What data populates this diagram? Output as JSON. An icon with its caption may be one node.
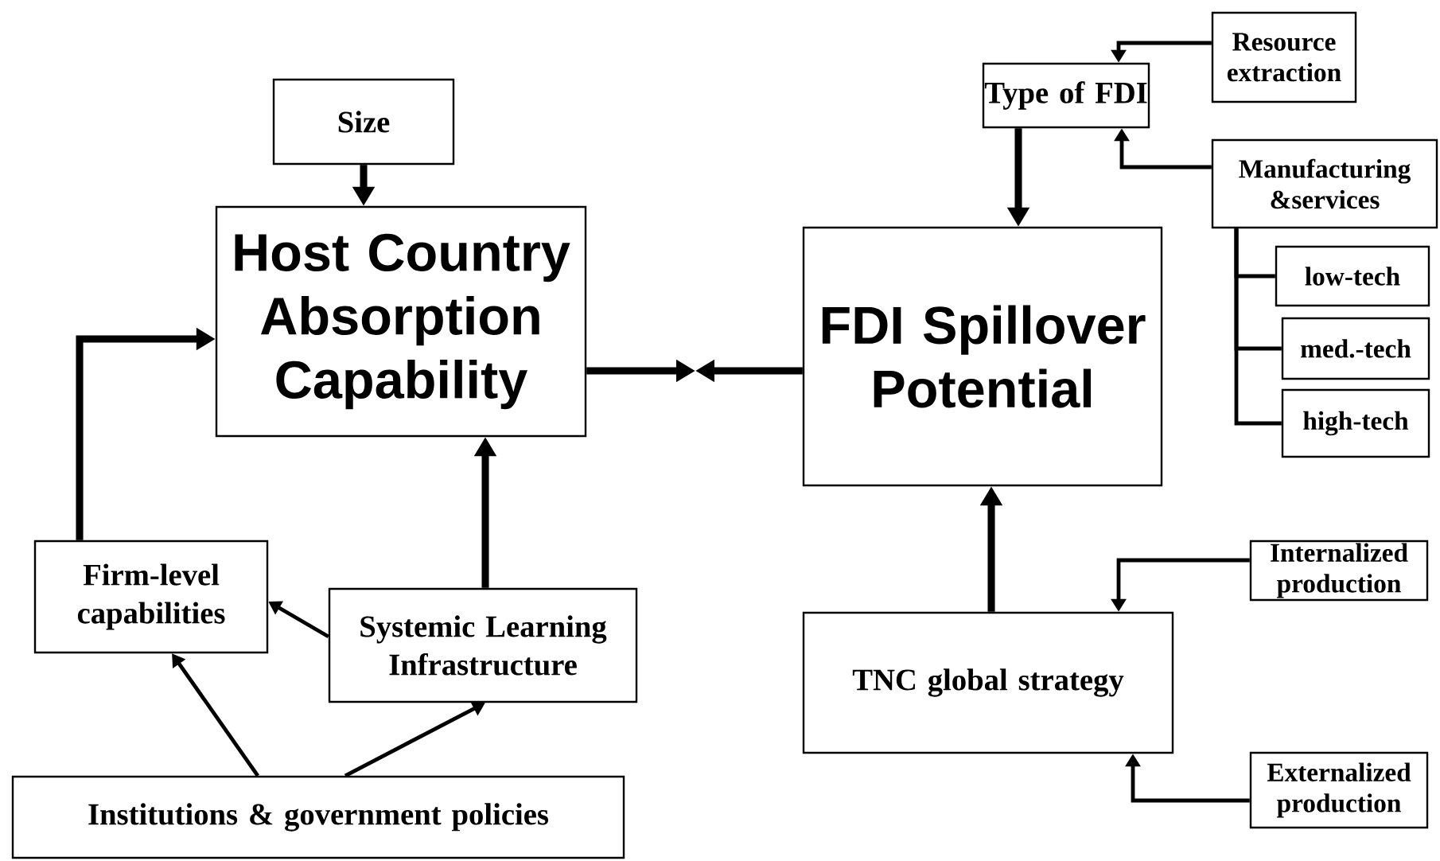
{
  "diagram": {
    "nodes": [
      {
        "text": [
          "Size"
        ]
      },
      {
        "text": [
          "Host Country Absorption Capability"
        ]
      },
      {
        "text": [
          "FDI Spillover Potential"
        ]
      },
      {
        "text": [
          "Type of FDI"
        ]
      },
      {
        "text": [
          "Resource extraction"
        ]
      },
      {
        "text": [
          "Manufacturing &services"
        ]
      },
      {
        "text": [
          "low-tech"
        ]
      },
      {
        "text": [
          "med.-tech"
        ]
      },
      {
        "text": [
          "high-tech"
        ]
      },
      {
        "text": [
          "TNC global strategy"
        ]
      },
      {
        "text": [
          "Internalized production"
        ]
      },
      {
        "text": [
          "Externalized production"
        ]
      },
      {
        "text": [
          "Firm-level capabilities"
        ]
      },
      {
        "text": [
          "Systemic Learning Infrastructure"
        ]
      },
      {
        "text": [
          "Institutions & government policies"
        ]
      }
    ],
    "edges": [
      {
        "from": 0,
        "to": 1,
        "arrow": "to",
        "style": "thick"
      },
      {
        "from": 1,
        "to": null,
        "arrow": "to",
        "style": "thick"
      },
      {
        "from": 2,
        "to": null,
        "arrow": "to",
        "style": "thick"
      },
      {
        "from": 3,
        "to": 2,
        "arrow": "to",
        "style": "thick"
      },
      {
        "from": 4,
        "to": 3,
        "arrow": "to"
      },
      {
        "from": 5,
        "to": 3,
        "arrow": "to"
      },
      {
        "from": 5,
        "to": 6,
        "arrow": "none"
      },
      {
        "from": 5,
        "to": 7,
        "arrow": "none"
      },
      {
        "from": 5,
        "to": 8,
        "arrow": "none"
      },
      {
        "from": 9,
        "to": 2,
        "arrow": "to",
        "style": "thick"
      },
      {
        "from": 10,
        "to": 9,
        "arrow": "to"
      },
      {
        "from": 11,
        "to": 9,
        "arrow": "to"
      },
      {
        "from": 12,
        "to": 1,
        "arrow": "to",
        "style": "thick"
      },
      {
        "from": 13,
        "to": 1,
        "arrow": "to",
        "style": "thick"
      },
      {
        "from": 13,
        "to": 12,
        "arrow": "to"
      },
      {
        "from": 14,
        "to": 12,
        "arrow": "to"
      },
      {
        "from": 14,
        "to": 13,
        "arrow": "to"
      }
    ]
  }
}
